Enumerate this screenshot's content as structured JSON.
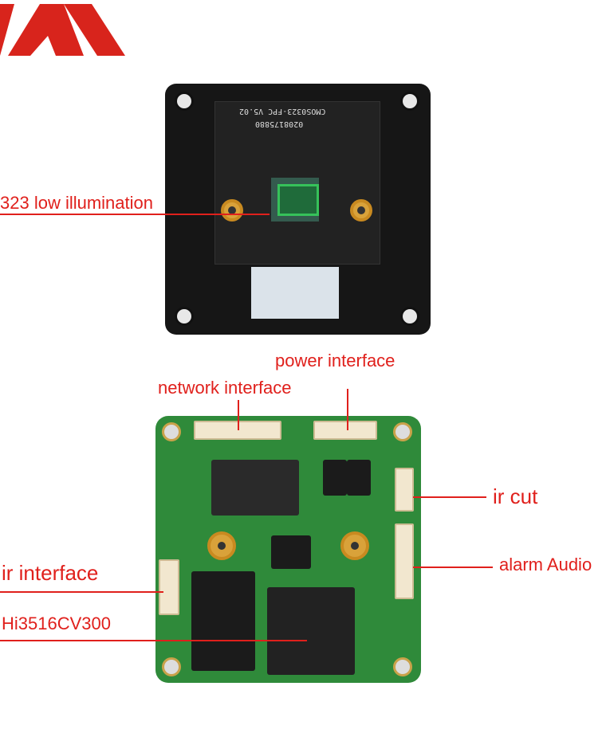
{
  "labels": {
    "sensor": "323 low illumination",
    "power": "power interface",
    "network": "network interface",
    "ir_cut": "ir cut",
    "alarm_audio": "alarm Audio",
    "ir_interface": "ir interface",
    "soc": "Hi3516CV300"
  },
  "board_markings": {
    "fpc": "CMOS0323-FPC V5.02",
    "serial": "0208175880"
  },
  "colors": {
    "accent": "#e0201c",
    "pcb": "#2f8a3a",
    "sensor_board": "#1a1a1a"
  }
}
